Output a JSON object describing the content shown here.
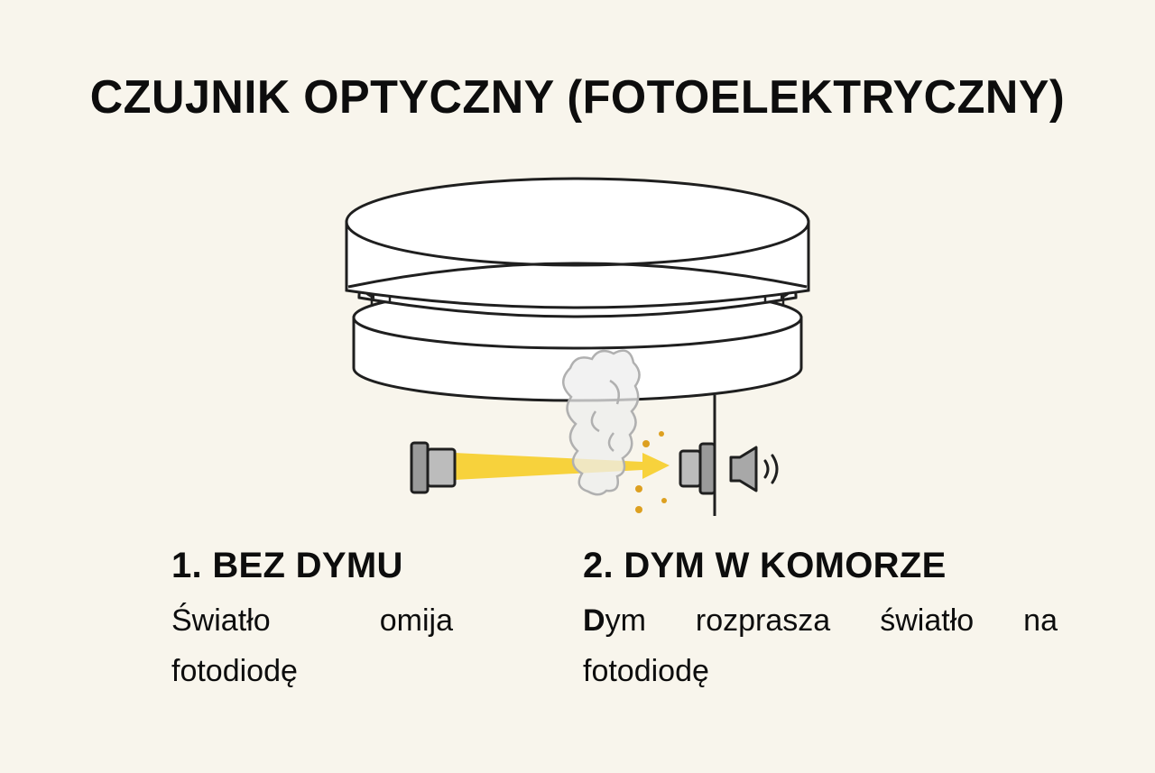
{
  "title": "CZUJNIK OPTYCZNY (FOTOELEKTRYCZNY)",
  "colors": {
    "background": "#f8f5ec",
    "outline": "#1f1f1f",
    "housing_fill": "#ffffff",
    "grey_dark": "#8f8f8f",
    "grey_light": "#b4b4b4",
    "light_beam": "#f7d23c",
    "smoke_fill": "#f0f0f0",
    "smoke_outline": "#b0b0b0",
    "particles": "#dda020"
  },
  "diagram": {
    "detector_label": "smoke-detector-housing",
    "light_source": "led-emitter",
    "receiver": "photodiode",
    "alarm": "speaker"
  },
  "sections": [
    {
      "heading": "1. BEZ DYMU",
      "text": "Światło omija fotodiodę"
    },
    {
      "heading": "2. DYM W KOMORZE",
      "text_initial": "D",
      "text_rest": "ym rozprasza światło na fotodiodę"
    }
  ]
}
